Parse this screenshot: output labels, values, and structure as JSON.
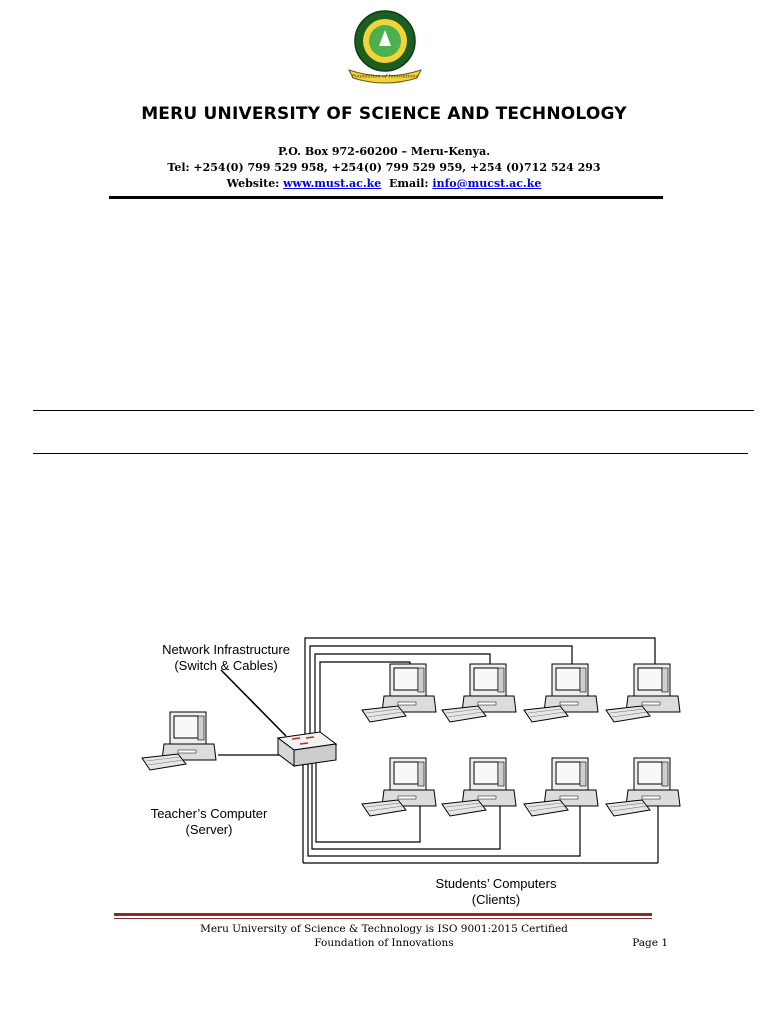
{
  "header": {
    "logo_icon": "university-crest-icon",
    "logo_motto": "Foundation of Innovations",
    "university_name": "MERU UNIVERSITY OF SCIENCE AND TECHNOLOGY",
    "pobox": "P.O. Box 972-60200 – Meru-Kenya.",
    "tel": "Tel: +254(0) 799 529 958, +254(0) 799 529 959, +254 (0)712 524 293",
    "website_label": "Website:",
    "website_url": "www.must.ac.ke",
    "email_label": "Email:",
    "email": "info@mucst.ac.ke"
  },
  "diagram": {
    "label_infra_1": "Network Infrastructure",
    "label_infra_2": "(Switch & Cables)",
    "label_teacher_1": "Teacher’s Computer",
    "label_teacher_2": "(Server)",
    "label_students_1": "Students’ Computers",
    "label_students_2": "(Clients)",
    "switch_icon": "network-switch-icon",
    "computer_icon": "desktop-computer-icon"
  },
  "footer": {
    "iso": "Meru University of Science & Technology is ISO 9001:2015 Certified",
    "foundation": "Foundation of Innovations",
    "page": "Page 1",
    "accent_color": "#8b2c2c"
  }
}
